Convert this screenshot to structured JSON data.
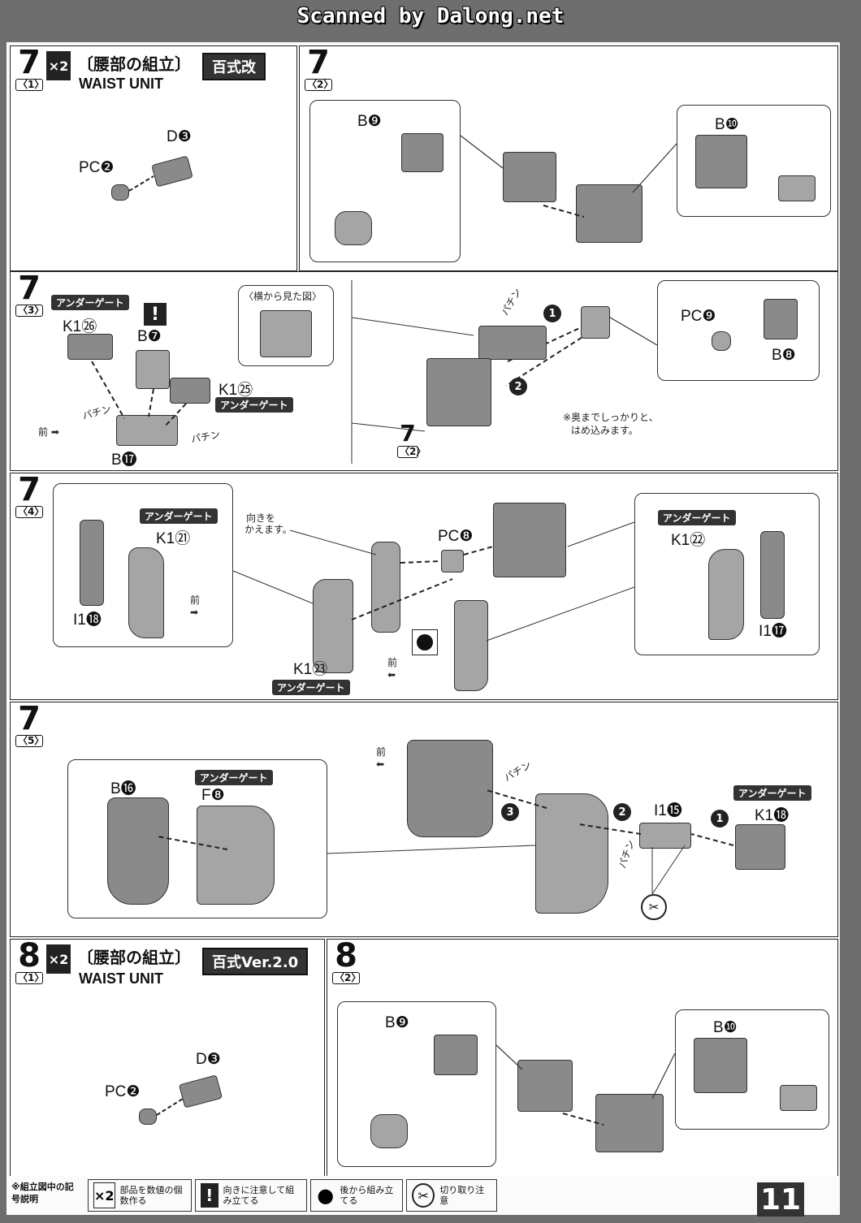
{
  "header": {
    "scan_credit": "Scanned by Dalong.net"
  },
  "step7_1": {
    "step": "7",
    "sub": "〈1〉",
    "multiplier": "×2",
    "title_jp": "〔腰部の組立〕",
    "title_en": "WAIST UNIT",
    "variant": "百式改",
    "parts": [
      "D❸",
      "PC❷"
    ]
  },
  "step7_2": {
    "step": "7",
    "sub": "〈2〉",
    "parts": [
      "B❾",
      "B❿"
    ]
  },
  "step7_3": {
    "step": "7",
    "sub": "〈3〉",
    "tag": "アンダーゲート",
    "tag2": "アンダーゲート",
    "side_view": "〈横から見た図〉",
    "parts": [
      "K1㉖",
      "B❼",
      "K1㉕",
      "B⓱",
      "PC❾",
      "B❽"
    ],
    "sound1": "パチン",
    "sound2": "パチン",
    "sound3": "パチン",
    "front": "前",
    "order1": "1",
    "order2": "2",
    "note": "※奥までしっかりと、",
    "note2": "はめ込みます。",
    "ref_step": "7",
    "ref_sub": "〈2〉"
  },
  "step7_4": {
    "step": "7",
    "sub": "〈4〉",
    "tag": "アンダーゲート",
    "parts": [
      "K1㉑",
      "I1⓲",
      "PC❽",
      "K1㉒",
      "I1⓱",
      "K1㉓"
    ],
    "note1": "向きを",
    "note2": "かえます。",
    "front": "前",
    "front2": "前"
  },
  "step7_5": {
    "step": "7",
    "sub": "〈5〉",
    "tag": "アンダーゲート",
    "parts": [
      "B⓰",
      "F❽",
      "I1⓯",
      "K1⓲"
    ],
    "front": "前",
    "sound": "パチン",
    "sound2": "パチン",
    "order": [
      "1",
      "2",
      "3"
    ]
  },
  "step8_1": {
    "step": "8",
    "sub": "〈1〉",
    "multiplier": "×2",
    "title_jp": "〔腰部の組立〕",
    "title_en": "WAIST UNIT",
    "variant": "百式Ver.2.0",
    "parts": [
      "D❸",
      "PC❷"
    ]
  },
  "step8_2": {
    "step": "8",
    "sub": "〈2〉",
    "parts": [
      "B❾",
      "B❿"
    ]
  },
  "legend": {
    "title": "※組立図中の記号説明",
    "items": [
      {
        "icon": "×2",
        "text": "部品を数値の個数作る"
      },
      {
        "icon": "!",
        "text": "向きに注意して組み立てる"
      },
      {
        "icon": "●",
        "text": "後から組み立てる"
      },
      {
        "icon": "✂",
        "text": "切り取り注意"
      }
    ]
  },
  "page_number": "11"
}
